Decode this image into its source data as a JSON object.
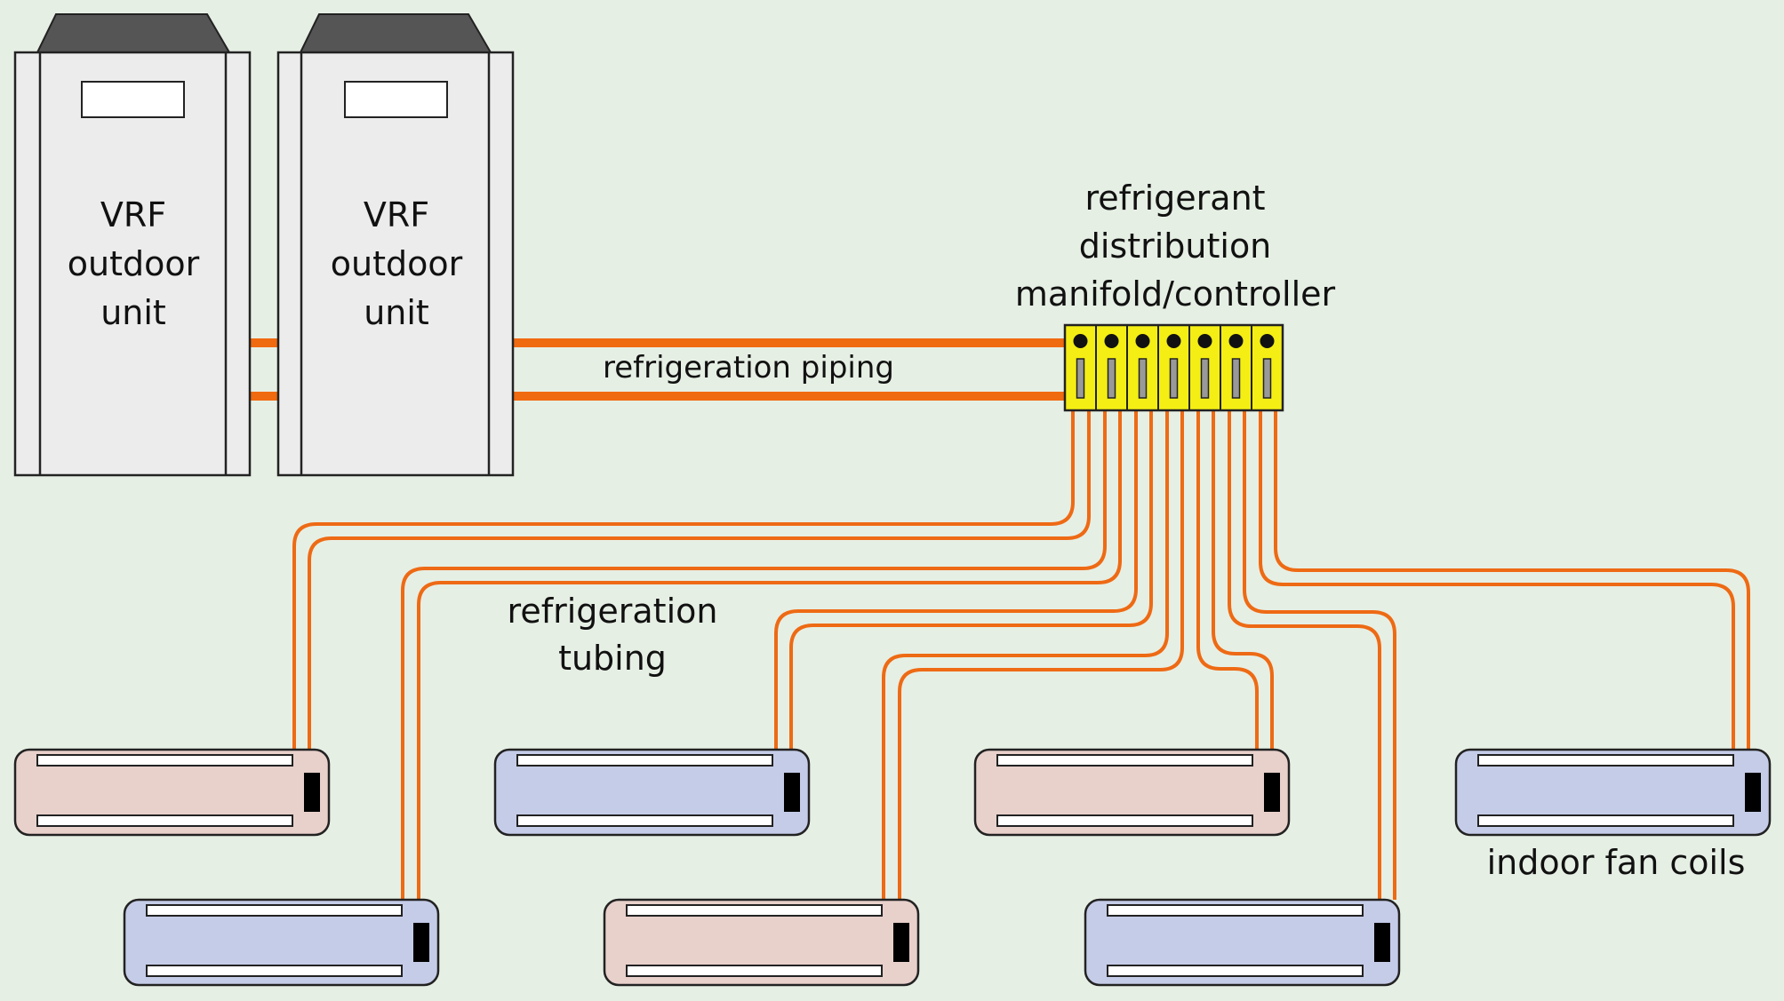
{
  "outdoor_units": [
    {
      "line1": "VRF",
      "line2": "outdoor",
      "line3": "unit"
    },
    {
      "line1": "VRF",
      "line2": "outdoor",
      "line3": "unit"
    }
  ],
  "manifold": {
    "line1": "refrigerant",
    "line2": "distribution",
    "line3": "manifold/controller",
    "port_count": 7
  },
  "labels": {
    "piping": "refrigeration piping",
    "tubing_line1": "refrigeration",
    "tubing_line2": "tubing",
    "fan_coils": "indoor fan coils"
  },
  "colors": {
    "background": "#e6efe4",
    "piping": "#f06a10",
    "manifold": "#f4ee14",
    "unit_body": "#ececec",
    "unit_roof": "#555555",
    "coil_pink": "#e8d0cb",
    "coil_blue": "#c5cce8"
  },
  "indoor_units": [
    {
      "color": "pink"
    },
    {
      "color": "blue"
    },
    {
      "color": "blue"
    },
    {
      "color": "pink"
    },
    {
      "color": "pink"
    },
    {
      "color": "blue"
    },
    {
      "color": "blue"
    }
  ]
}
